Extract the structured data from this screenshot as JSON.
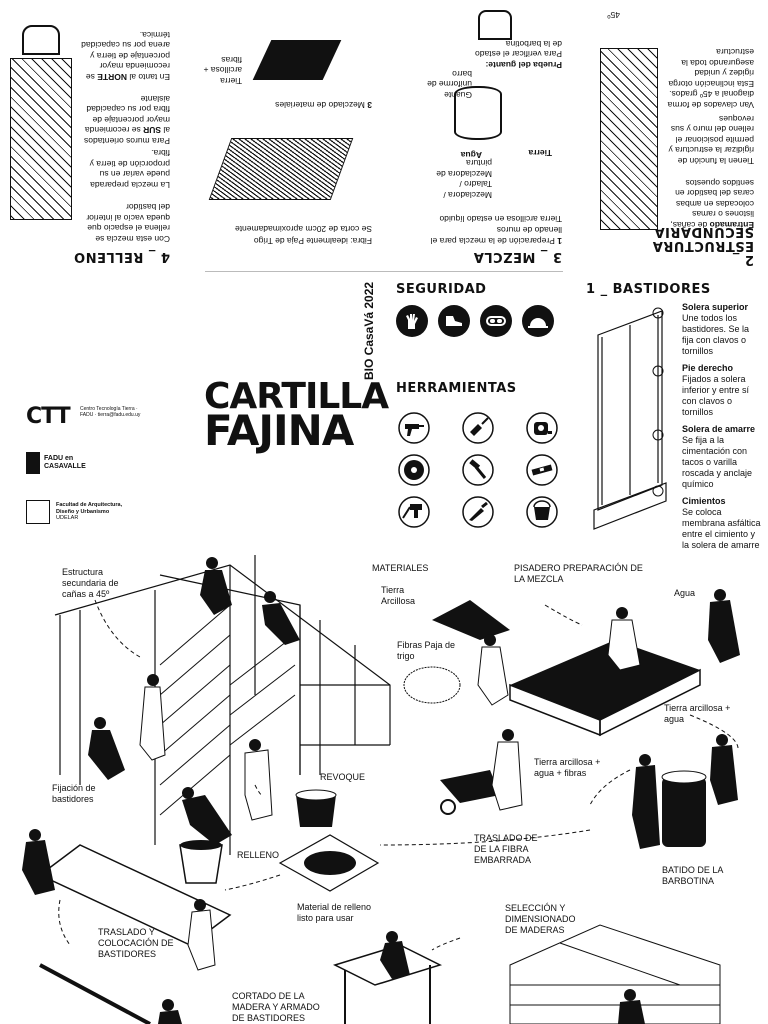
{
  "title": {
    "line1": "CARTILLA",
    "line2": "FAJINA"
  },
  "edition": "BIO CasaVá 2022",
  "sections": {
    "seguridad": "SEGURIDAD",
    "herramientas": "HERRAMIENTAS",
    "bastidores": "1 _ BASTIDORES",
    "estructura": "2 _ ESTRUCTURA SECUNDARIA",
    "mezcla": "3 _ MEZCLA",
    "relleno": "4 _ RELLENO"
  },
  "bastidores_items": [
    {
      "title": "Solera superior",
      "text": "Une todos los bastidores. Se la fija con clavos o tornillos"
    },
    {
      "title": "Pie derecho",
      "text": "Fijados a solera inferior y entre sí con clavos o tornillos"
    },
    {
      "title": "Solera de amarre",
      "text": "Se fija a la cimentación con tacos o varilla roscada y anclaje químico"
    },
    {
      "title": "Cimientos",
      "text": "Se coloca membrana asfáltica entre el cimiento y la solera de amarre"
    }
  ],
  "estructura_text": {
    "p1_bold": "Entramado",
    "p1": "de cañas, listones o ramas colocadas en ambas caras del bastidor en sentidos opuestos",
    "p2": "Tienen la función de rigidizar la estructura y permite posicionar el relleno del muro y sus revoques",
    "p3": "Van clavados de forma diagonal a 45º grados. Esta inclinación otorga rigidez y unidad asegurando toda la estructura",
    "angle": "45º"
  },
  "mezcla_text": {
    "step1_num": "1",
    "step1": "Preparación de la mezcla para el llenado de muros",
    "step1b": "Tierra arcillosa en estado líquido",
    "tools_label": "Mezcladora / Taladro / Mezcladora de pintura",
    "agua": "Agua",
    "tierra": "Tierra",
    "guante": "Guante uniforme de barro",
    "prueba_title": "Prueba del guante:",
    "prueba": "Para verificar el estado de la barbotina",
    "step2": "Fibra: idealmente Paja de Trigo",
    "step2b": "Se corta de 20cm aproximadamente",
    "step3_num": "3",
    "step3": "Mezclado de materiales",
    "tierra_fibras": "Tierra arcillosa + fibras"
  },
  "relleno_text": {
    "p1": "Con esta mezcla se rellena el espacio que queda vacío al interior del bastidor",
    "p2": "La mezcla preparada puede variar en su proporción de tierra y fibra.",
    "p3a": "Para muros orientados al ",
    "p3b": "SUR",
    "p3c": " se recomienda mayor porcentaje de fibra por su capacidad aislante",
    "p4a": "En tanto al ",
    "p4b": "NORTE",
    "p4c": " se recomienda mayor porcentaje de tierra y arena por su capacidad térmica."
  },
  "logos": {
    "ctt": "CTT",
    "ctt_info": "Centro Tecnología Tierra · FADU · tierra@fadu.edu.uy",
    "fadu_line1": "FADU en",
    "fadu_line2": "CASAVALLE",
    "udelar_line1": "Facultad de Arquitectura,",
    "udelar_line2": "Diseño y Urbanismo",
    "udelar_line3": "UDELAR"
  },
  "scene": {
    "estructura": "Estructura secundaria de cañas a 45º",
    "fijacion": "Fijación de bastidores",
    "materiales": "MATERIALES",
    "tierra_arcillosa": "Tierra Arcillosa",
    "fibras": "Fibras Paja de trigo",
    "pisadero": "PISADERO PREPARACIÓN DE LA MEZCLA",
    "agua": "Agua",
    "tierra_agua": "Tierra arcillosa + agua",
    "tierra_agua_fibras": "Tierra arcillosa + agua + fibras",
    "revoque": "REVOQUE",
    "relleno": "RELLENO",
    "traslado_fibra": "TRASLADO DE DE LA FIBRA EMBARRADA",
    "batido": "BATIDO DE LA BARBOTINA",
    "material_relleno": "Material de relleno listo para usar",
    "traslado_bastidores": "TRASLADO Y COLOCACIÓN DE BASTIDORES",
    "seleccion": "SELECCIÓN Y DIMENSIONADO DE MADERAS",
    "cortado": "CORTADO DE LA MADERA Y ARMADO DE BASTIDORES"
  },
  "icons": {
    "seguridad": [
      "gloves-icon",
      "boots-icon",
      "goggles-icon",
      "helmet-icon"
    ],
    "herramientas": [
      "drill-icon",
      "trowel-icon",
      "tape-measure-icon",
      "saw-blade-icon",
      "hammer-icon",
      "level-icon",
      "mixer-drill-icon",
      "knife-icon",
      "bucket-icon"
    ]
  }
}
